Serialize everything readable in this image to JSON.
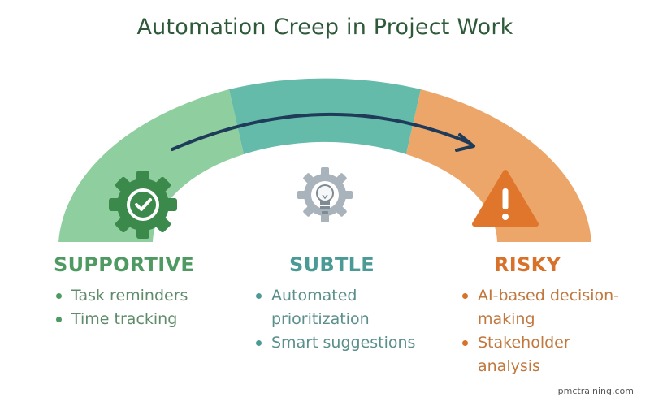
{
  "title": "Automation Creep in Project Work",
  "stages": [
    {
      "label": "SUPPORTIVE",
      "icon": "gear-check-icon",
      "color": "#8fcf9f",
      "items": [
        "Task reminders",
        "Time tracking"
      ]
    },
    {
      "label": "SUBTLE",
      "icon": "lightbulb-gear-icon",
      "color": "#64bba9",
      "items": [
        "Automated prioritization",
        "Smart suggestions"
      ]
    },
    {
      "label": "RISKY",
      "icon": "warning-triangle-icon",
      "color": "#eda669",
      "items": [
        "AI-based decision-making",
        "Stakeholder analysis"
      ]
    }
  ],
  "footer": "pmctraining.com",
  "colors": {
    "title": "#2f5a3a",
    "arrow": "#1f3b5a",
    "supportive": "#4e9a62",
    "subtle": "#4b9a96",
    "risky": "#d8722a"
  }
}
